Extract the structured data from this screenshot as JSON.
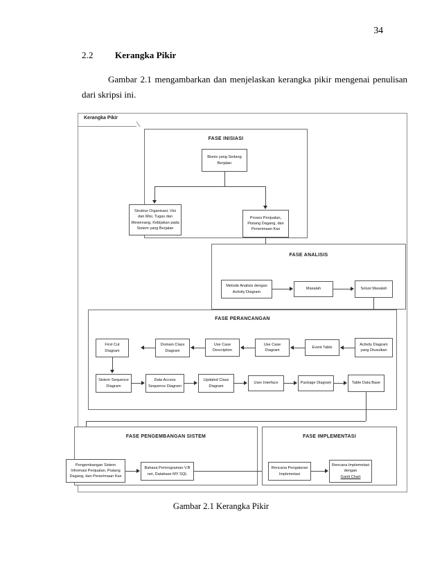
{
  "document": {
    "page_number": "34",
    "section_number": "2.2",
    "section_title": "Kerangka Pikir",
    "paragraph": "Gambar 2.1 mengambarkan dan menjelaskan kerangka pikir mengenai penulisan dari skripsi ini.",
    "figure_caption": "Gambar 2.1 Kerangka Pikir"
  },
  "diagram": {
    "frame_tab_label": "Kerangka Pikir",
    "phases": {
      "inisiasi": {
        "title": "FASE INISIASI",
        "nodes": {
          "bisnis_berjalan": "Bisnis yang Sedang Berjalan",
          "struktur_organisasi": "Struktur Organisasi, Visi dan Misi, Tugas dan Wewenang, Kebijakan pada Sistem yang Berjalan",
          "proses_penjualan": "Proses Penjualan, Piutang Dagang, dan Penerimaan Kas"
        }
      },
      "analisis": {
        "title": "FASE ANALISIS",
        "nodes": {
          "metode_analisis": "Metode Analisis dengan Activity Diagram",
          "masalah": "Masalah",
          "solusi_masalah": "Solusi Masalah"
        }
      },
      "perancangan": {
        "title": "FASE PERANCANGAN",
        "row1": [
          "First Cut Diagram",
          "Domain Class Diagram",
          "Use Case Description",
          "Use Case Diagram",
          "Event Table",
          "Activity Diagram yang Diusulkan"
        ],
        "row2": [
          "Sistem Sequence Diagram",
          "Data Access Sequence Diagram",
          "Updated Class Diagram",
          "User Interface",
          "Package Diagram",
          "Table Data Base"
        ]
      },
      "pengembangan": {
        "title": "FASE PENGEMBANGAN SISTEM",
        "nodes": {
          "pengembangan_sistem": "Pengembangan Sistem Informasi Penjualan, Piutang Dagang, dan Penerimaan Kas",
          "bahasa_pemrograman": "Bahasa Pemrograman V.B net, Database MY SQL"
        }
      },
      "implementasi": {
        "title": "FASE IMPLEMENTASI",
        "nodes": {
          "rencana_pengaturan": "Rencana Pengaturan Implemetasi",
          "rencana_implementasi_a": "Rencana Implemetasi dengan ",
          "rencana_implementasi_b": "Gantt Chart"
        }
      }
    }
  }
}
